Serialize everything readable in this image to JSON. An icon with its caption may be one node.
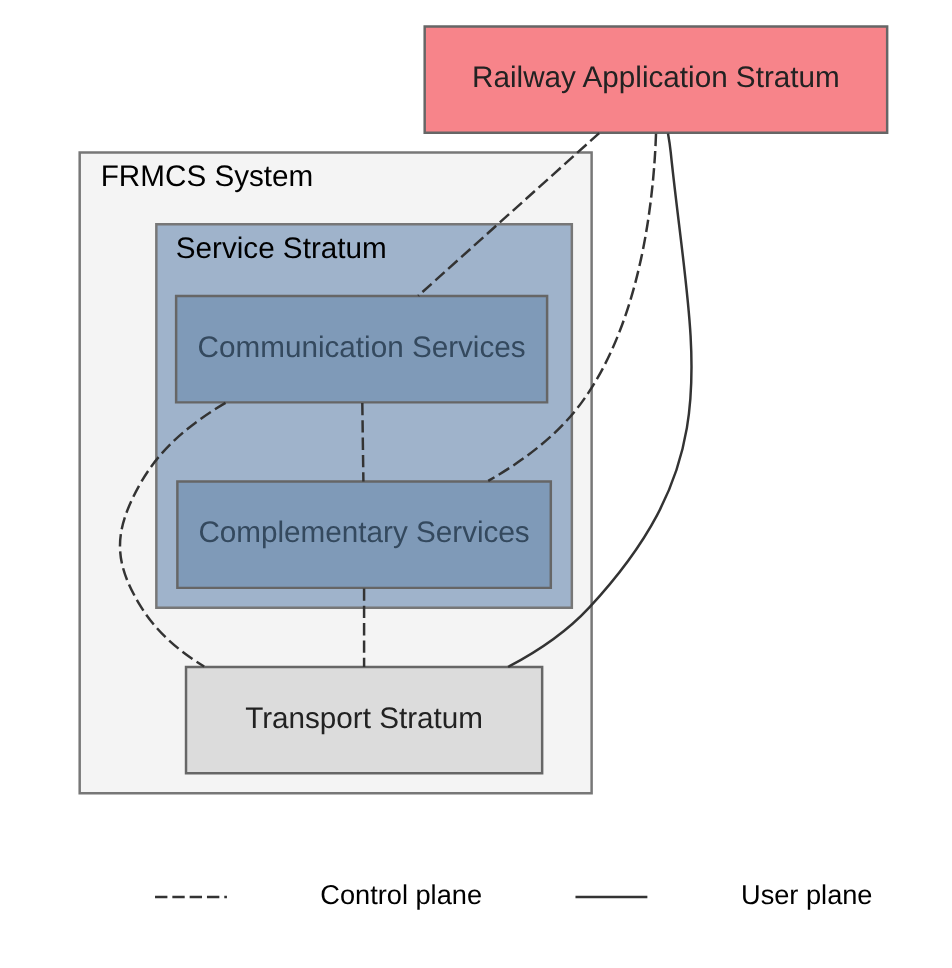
{
  "diagram": {
    "nodes": [
      {
        "text": [
          "Railway Application Stratum"
        ]
      },
      {
        "text": [
          "FRMCS System"
        ]
      },
      {
        "text": [
          "Service Stratum"
        ],
        "in": 1
      },
      {
        "text": [
          "Communication Services"
        ],
        "in": 2
      },
      {
        "text": [
          "Complementary Services"
        ],
        "in": 2
      },
      {
        "text": [
          "Transport Stratum"
        ],
        "in": 1
      }
    ],
    "edges": [
      {
        "from": 0,
        "to": 3,
        "arrow": "none",
        "style": "dashed"
      },
      {
        "from": 0,
        "to": 4,
        "arrow": "none",
        "style": "dashed"
      },
      {
        "from": 0,
        "to": 5,
        "arrow": "none"
      },
      {
        "from": 3,
        "to": 5,
        "arrow": "none",
        "style": "dashed"
      },
      {
        "from": 3,
        "to": 4,
        "arrow": "none",
        "style": "dashed"
      },
      {
        "from": 4,
        "to": 5,
        "arrow": "none",
        "style": "dashed"
      }
    ],
    "legend": [
      {
        "text": "Control plane"
      },
      {
        "text": "User plane"
      }
    ]
  }
}
